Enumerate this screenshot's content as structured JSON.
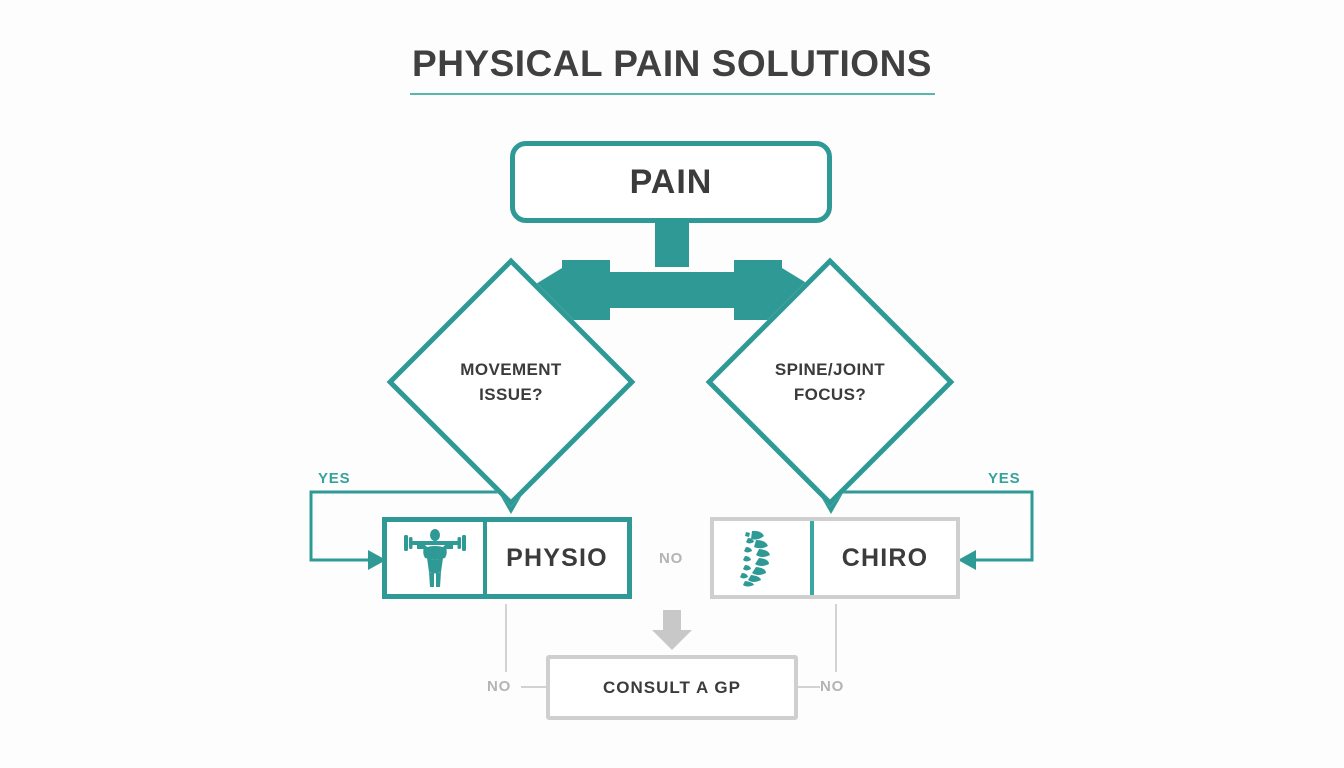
{
  "header": {
    "title": "PHYSICAL PAIN SOLUTIONS",
    "rule_color": "#5ab5aa"
  },
  "theme": {
    "teal": "#2f9a95",
    "teal_light": "#3aa8a2",
    "gray_border": "#cfcfcf",
    "gray_line": "#d3d3d3",
    "gray_text": "#b4b4b4",
    "dark_text": "#3b3b3b",
    "background": "#fdfdfd"
  },
  "diagram": {
    "type": "flowchart",
    "nodes": [
      {
        "id": "pain",
        "label": "PAIN",
        "shape": "rounded-rect",
        "accent": "#2f9a95"
      },
      {
        "id": "q_left",
        "label": "MOVEMENT\nISSUE?",
        "shape": "diamond",
        "accent": "#2f9a95"
      },
      {
        "id": "q_right",
        "label": "SPINE/JOINT\nFOCUS?",
        "shape": "diamond",
        "accent": "#2f9a95"
      },
      {
        "id": "physio",
        "label": "PHYSIO",
        "shape": "rect",
        "accent": "#2f9a95",
        "icon": "weightlifter-icon"
      },
      {
        "id": "chiro",
        "label": "CHIRO",
        "shape": "rect",
        "accent": "#cfcfcf",
        "icon": "spine-icon"
      },
      {
        "id": "gp",
        "label": "CONSULT A GP",
        "shape": "rect",
        "accent": "#cfcfcf"
      }
    ],
    "edges": [
      {
        "from": "pain",
        "to": "q_left",
        "label": "",
        "style": "teal-arrow"
      },
      {
        "from": "pain",
        "to": "q_right",
        "label": "",
        "style": "teal-arrow"
      },
      {
        "from": "q_left",
        "to": "physio",
        "label": "YES",
        "style": "teal"
      },
      {
        "from": "q_right",
        "to": "chiro",
        "label": "YES",
        "style": "teal"
      },
      {
        "from": "physio",
        "to": "gp",
        "label": "NO",
        "style": "gray"
      },
      {
        "from": "chiro",
        "to": "gp",
        "label": "NO",
        "style": "gray"
      },
      {
        "from": "q_left",
        "to": "gp",
        "label": "NO",
        "style": "gray-arrow"
      }
    ]
  },
  "labels": {
    "q_left_line1": "MOVEMENT",
    "q_left_line2": "ISSUE?",
    "q_right_line1": "SPINE/JOINT",
    "q_right_line2": "FOCUS?",
    "pain": "PAIN",
    "physio": "PHYSIO",
    "chiro": "CHIRO",
    "gp": "CONSULT A GP",
    "yes_left": "YES",
    "yes_right": "YES",
    "no_center": "NO",
    "no_left": "NO",
    "no_right": "NO"
  }
}
